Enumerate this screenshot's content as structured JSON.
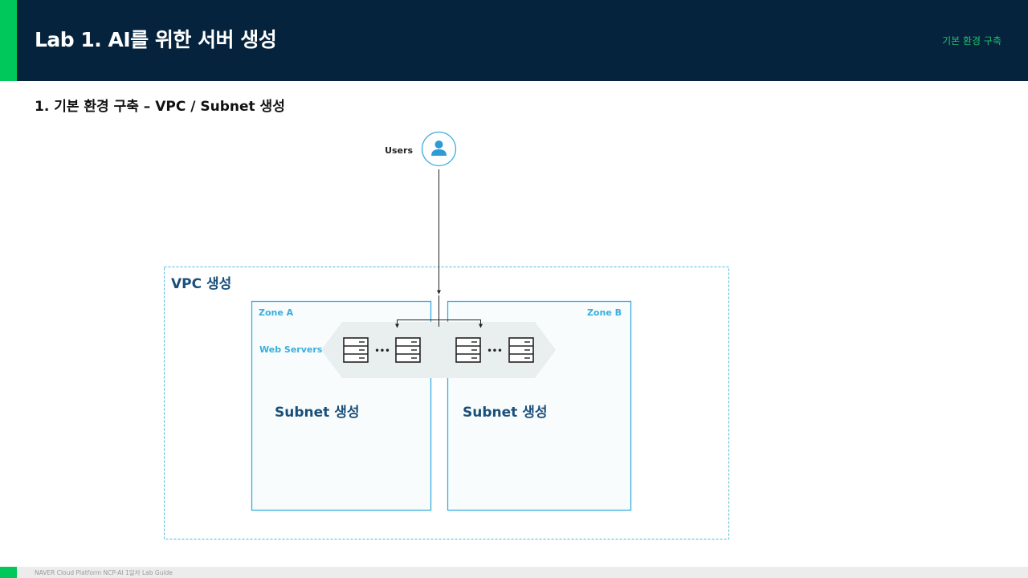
{
  "header": {
    "title": "Lab 1. AI를 위한 서버 생성",
    "section": "기본 환경 구축"
  },
  "subtitle": "1.  기본 환경 구축 – VPC / Subnet 생성",
  "diagram": {
    "users_label": "Users",
    "vpc_label": "VPC 생성",
    "zone_a_label": "Zone A",
    "zone_b_label": "Zone B",
    "web_servers_label": "Web Servers",
    "ellipsis": "•••",
    "subnet_a_label": "Subnet 생성",
    "subnet_b_label": "Subnet 생성",
    "colors": {
      "vpc_border": "#4fb6d8",
      "zone_border": "#3aaedb",
      "zone_fill": "#f8fcfd",
      "accent_text": "#1a4f7a",
      "zone_text": "#3aaedb",
      "arrow_band": "#e9eeef",
      "line": "#222222"
    },
    "icons": [
      "user-icon",
      "server-icon"
    ]
  },
  "footer": {
    "text": "NAVER Cloud Platform  NCP-AI 1일차 Lab Guide"
  }
}
